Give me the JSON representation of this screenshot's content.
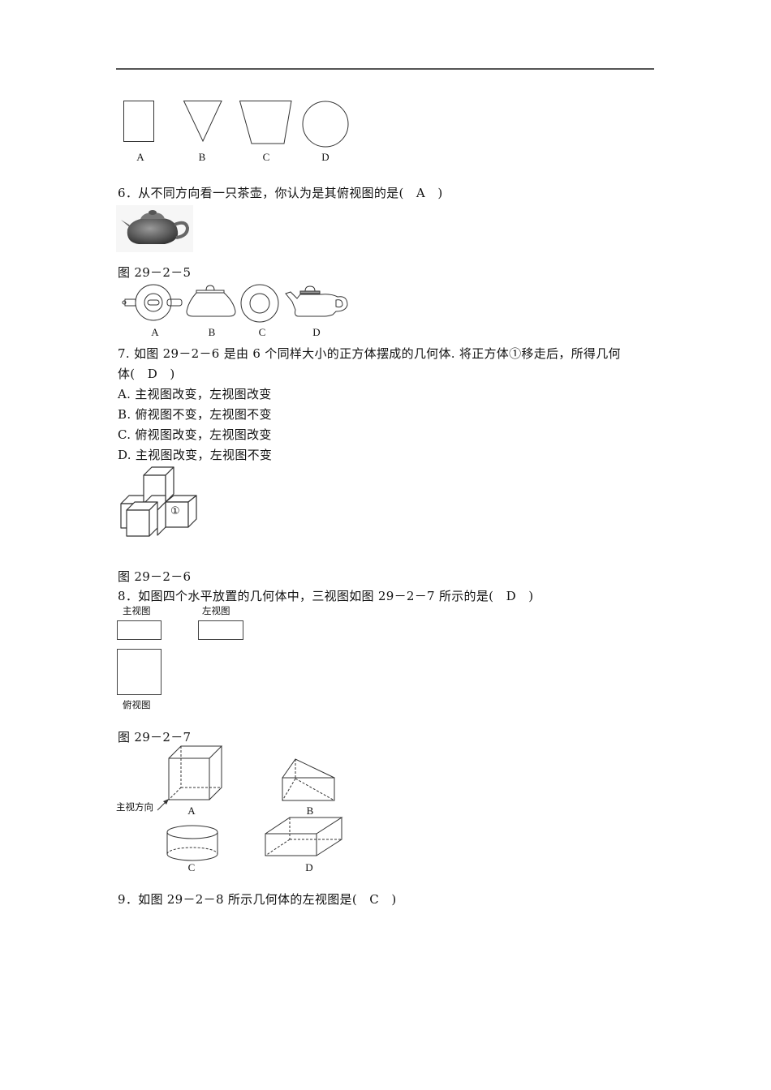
{
  "header_rule": true,
  "q5_options": {
    "labels": [
      "A",
      "B",
      "C",
      "D"
    ],
    "shapes": [
      "rectangle-icon",
      "inverted-triangle-icon",
      "trapezoid-icon",
      "circle-icon"
    ]
  },
  "q6": {
    "question": "6．从不同方向看一只茶壶，你认为是其俯视图的是(　A　)",
    "photo": "teapot-photo",
    "figure_caption": "图 29－2－5",
    "option_labels": [
      "A",
      "B",
      "C",
      "D"
    ]
  },
  "q7": {
    "question_line1": "7. 如图 29－2－6 是由 6 个同样大小的正方体摆成的几何体. 将正方体①移走后，所得几何",
    "question_line2": "体(　D　)",
    "options": [
      "A. 主视图改变，左视图改变",
      "B. 俯视图不变，左视图不变",
      "C. 俯视图改变，左视图改变",
      "D. 主视图改变，左视图不变"
    ],
    "cube_marker": "①",
    "figure_caption": "图 29－2－6"
  },
  "q8": {
    "question": "8．如图四个水平放置的几何体中，三视图如图 29－2－7 所示的是(　D　)",
    "views": {
      "front": "主视图",
      "left": "左视图",
      "top": "俯视图"
    },
    "figure_caption": "图 29－2－7",
    "direction_label": "主视方向",
    "option_labels": [
      "A",
      "B",
      "C",
      "D"
    ]
  },
  "q9": {
    "question": "9．如图 29－2－8 所示几何体的左视图是(　C　)"
  }
}
